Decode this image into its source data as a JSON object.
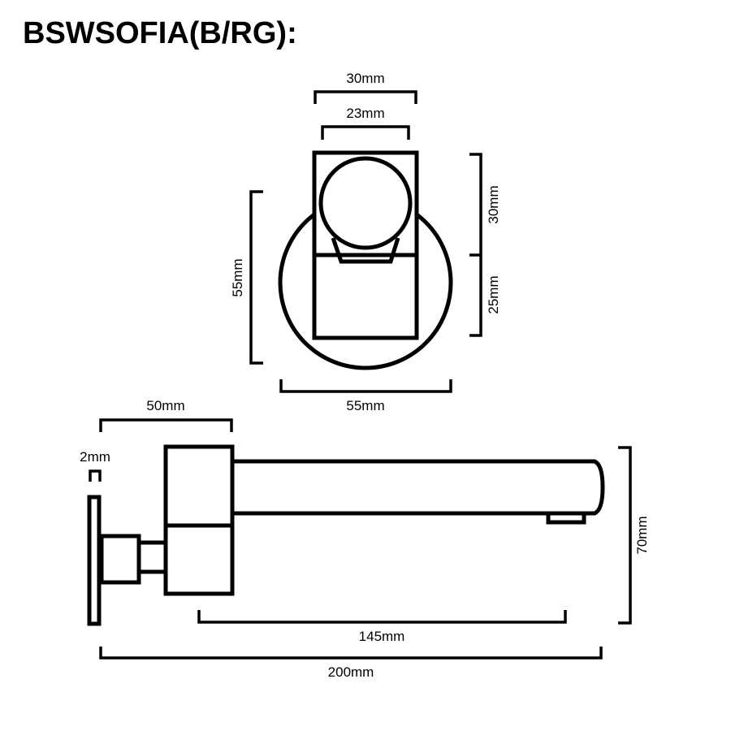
{
  "title": "BSWSOFIA(B/RG):",
  "front_view": {
    "width_outer": "30mm",
    "width_inner": "23mm",
    "height_total": "55mm",
    "height_upper": "30mm",
    "height_lower": "25mm",
    "plate_diameter": "55mm"
  },
  "side_view": {
    "body_depth": "50mm",
    "gap": "2mm",
    "spout_reach": "145mm",
    "total_length": "200mm",
    "height": "70mm"
  }
}
